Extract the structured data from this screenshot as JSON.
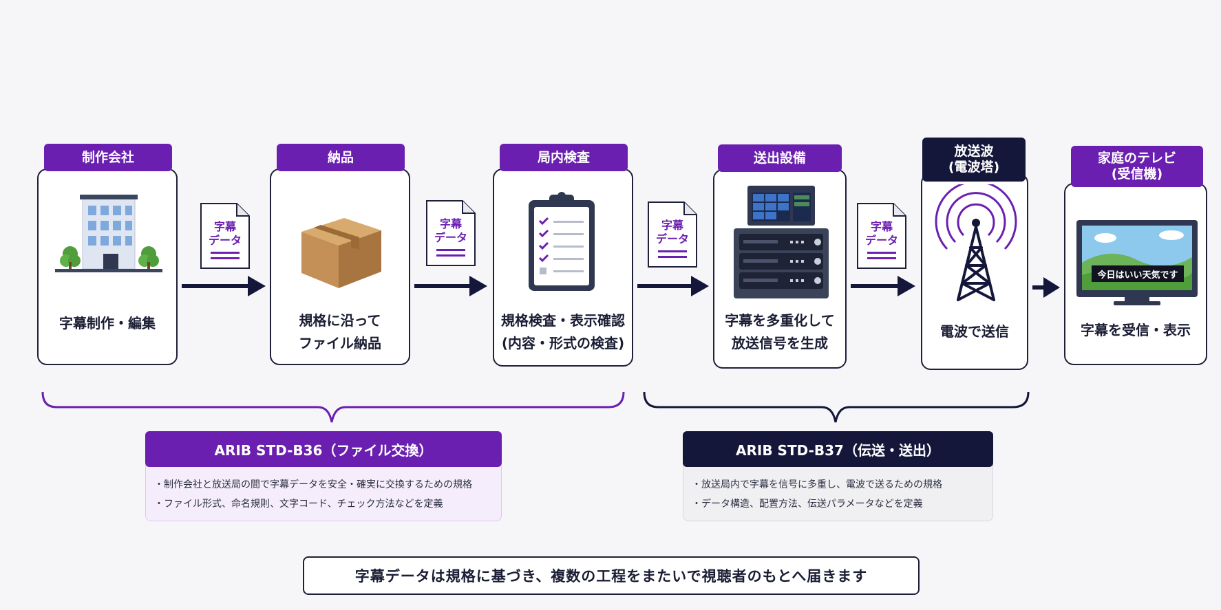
{
  "stages": [
    {
      "label": "制作会社",
      "icon": "office-building-icon",
      "desc": [
        "字幕制作・編集"
      ]
    },
    {
      "label": "納品",
      "icon": "cardboard-box-icon",
      "desc": [
        "規格に沿って",
        "ファイル納品"
      ]
    },
    {
      "label": "局内検査",
      "icon": "clipboard-checklist-icon",
      "desc": [
        "規格検査・表示確認",
        "(内容・形式の検査)"
      ]
    },
    {
      "label": "送出設備",
      "icon": "broadcast-server-rack-icon",
      "desc": [
        "字幕を多重化して",
        "放送信号を生成"
      ]
    },
    {
      "label": [
        "放送波",
        "(電波塔)"
      ],
      "icon": "radio-tower-icon",
      "desc": [
        "電波で送信"
      ]
    },
    {
      "label": [
        "家庭のテレビ",
        "(受信機)"
      ],
      "icon": "television-icon",
      "desc": [
        "字幕を受信・表示"
      ],
      "tv_caption": "今日はいい天気です"
    }
  ],
  "doc_icon": {
    "line1": "字幕",
    "line2": "データ"
  },
  "standards": [
    {
      "title": "ARIB STD-B36（ファイル交換）",
      "bullets": [
        "・制作会社と放送局の間で字幕データを安全・確実に交換するための規格",
        "・ファイル形式、命名規則、文字コード、チェック方法などを定義"
      ],
      "color": "#6a1fb0"
    },
    {
      "title": "ARIB STD-B37（伝送・送出）",
      "bullets": [
        "・放送局内で字幕を信号に多重し、電波で送るための規格",
        "・データ構造、配置方法、伝送パラメータなどを定義"
      ],
      "color": "#14173a"
    }
  ],
  "footer": "字幕データは規格に基づき、複数の工程をまたいで視聴者のもとへ届きます",
  "colors": {
    "purple": "#6a1fb0",
    "navy": "#14173a",
    "background": "#f6f6f9"
  }
}
